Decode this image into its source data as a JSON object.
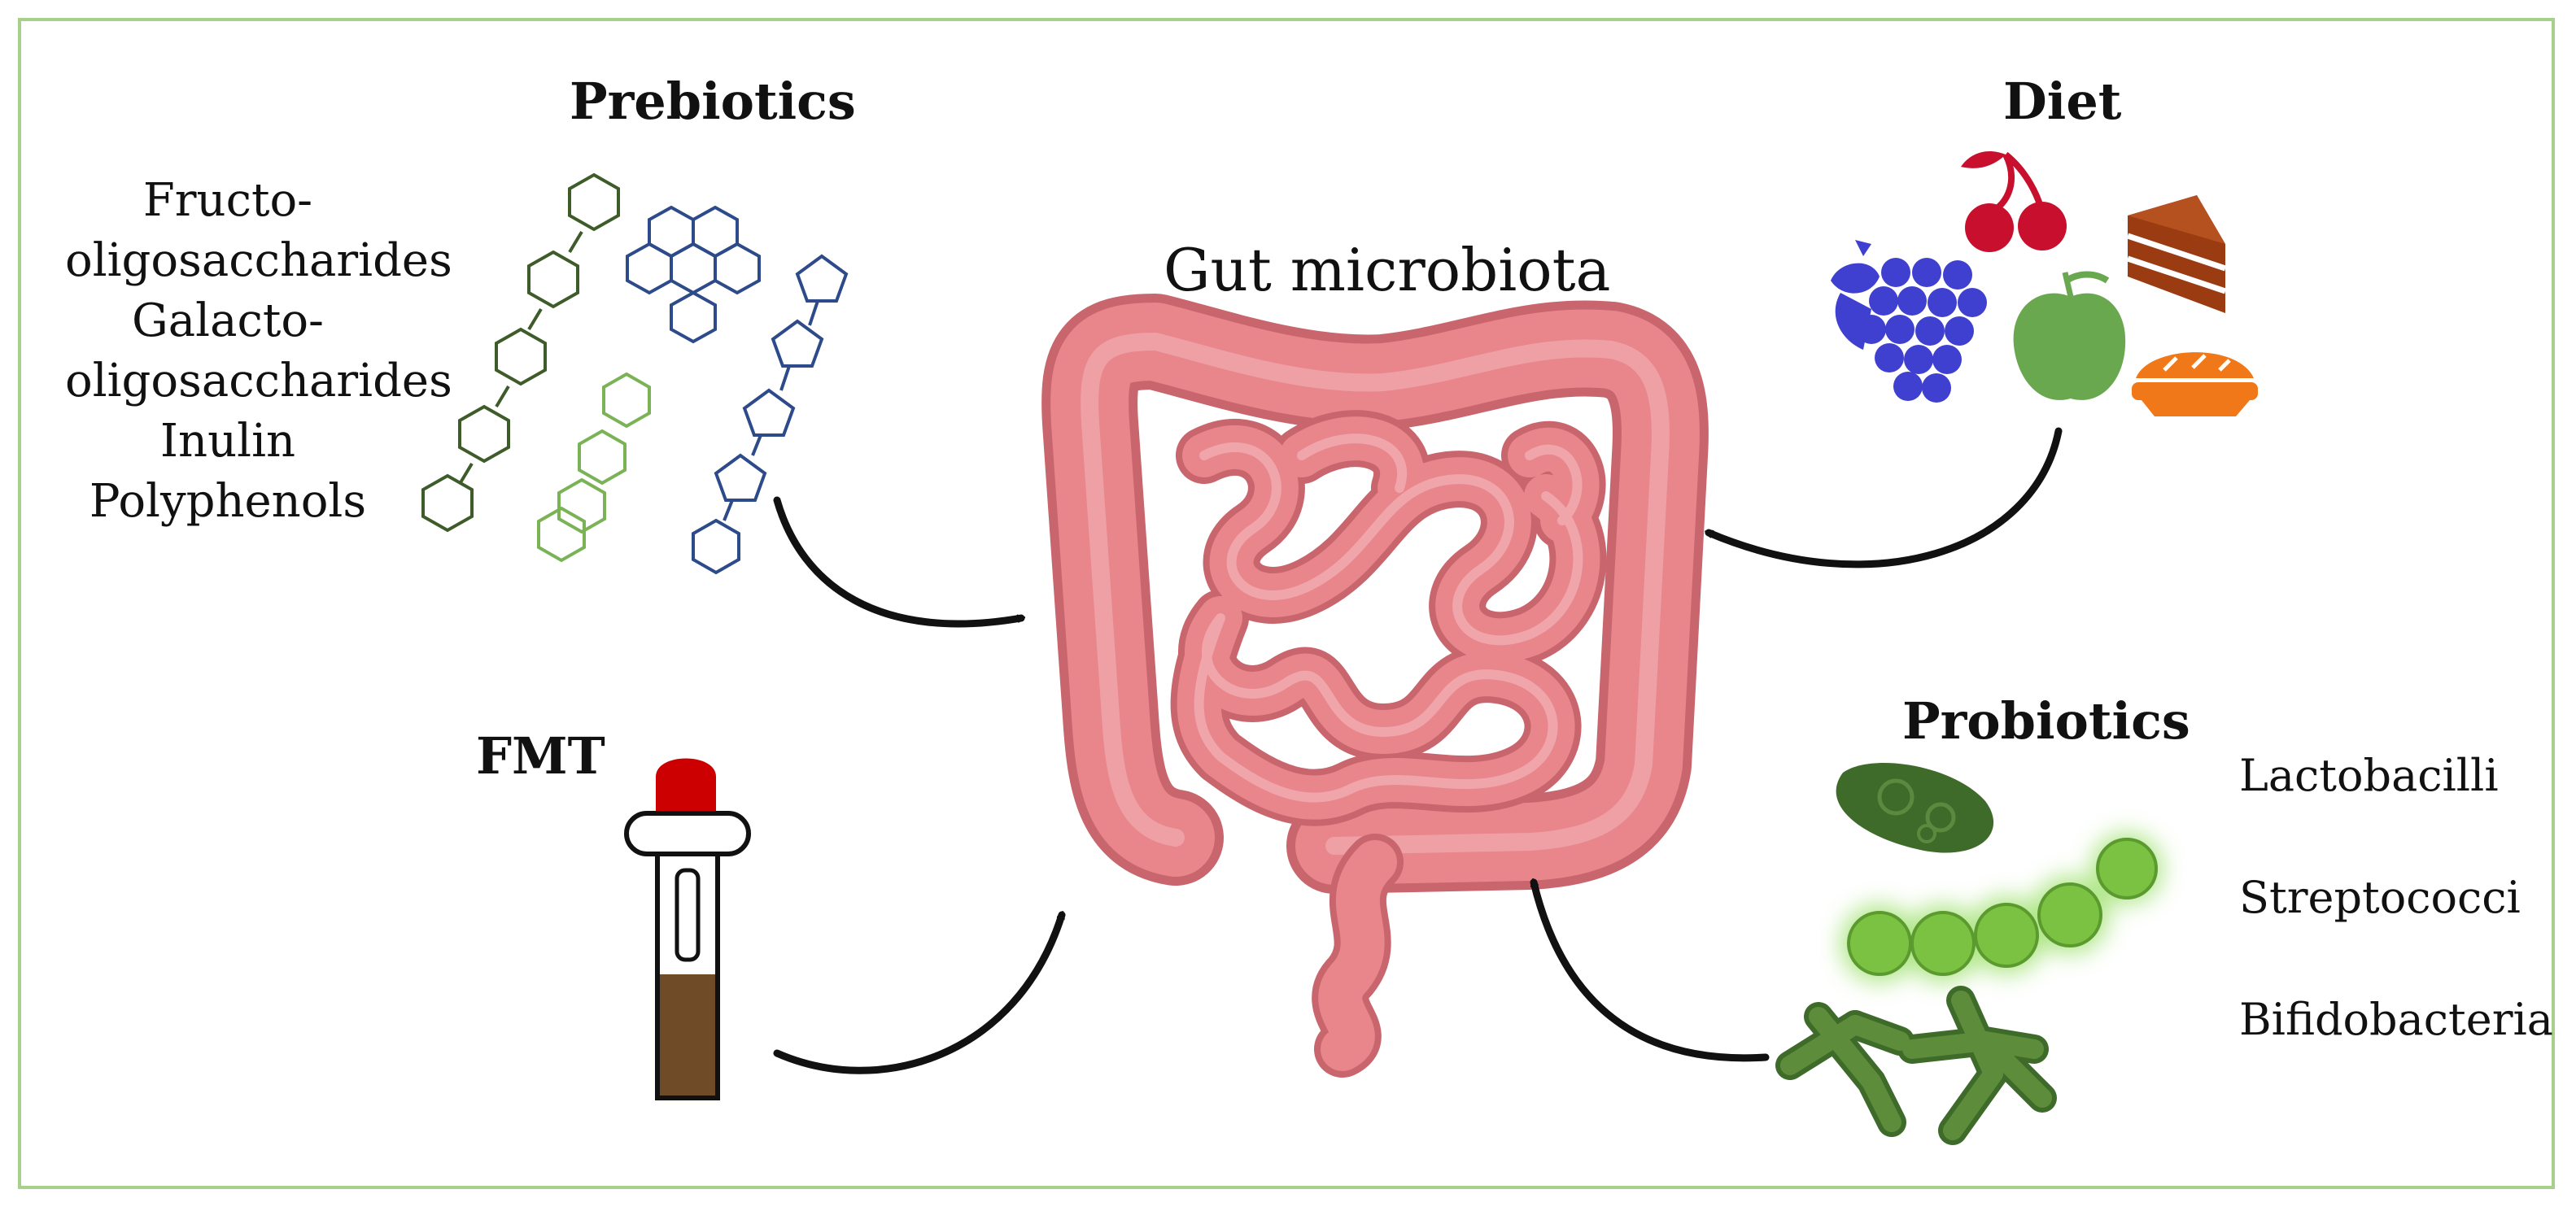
{
  "title": "Gut microbiota",
  "prebiotics": {
    "heading": "Prebiotics",
    "items": [
      "Fructo-",
      "oligosaccharides",
      "Galacto-",
      "oligosaccharides",
      "Inulin",
      "Polyphenols"
    ]
  },
  "diet": {
    "heading": "Diet"
  },
  "fmt": {
    "heading": "FMT"
  },
  "probiotics": {
    "heading": "Probiotics",
    "items": [
      "Lactobacilli",
      "Streptococci",
      "Bifidobacteria"
    ]
  },
  "colors": {
    "border": "#a7d18b",
    "intestine": "#e8868c",
    "arrow": "#111111",
    "cherry": "#c8102e",
    "grapes": "#3f3fd0",
    "apple": "#6aa84f",
    "cake": "#9b3b12",
    "pie": "#f07818",
    "dropper_cap": "#cc0000",
    "stool": "#704b28",
    "bacteria": "#5d8c3a",
    "cocci": "#7cc242"
  },
  "icons": [
    "molecule-chain-icon",
    "intestine-icon",
    "cherry-icon",
    "grapes-icon",
    "apple-icon",
    "cake-icon",
    "pie-icon",
    "dropper-icon",
    "bacillus-icon",
    "streptococci-icon",
    "bifidobacteria-icon"
  ]
}
